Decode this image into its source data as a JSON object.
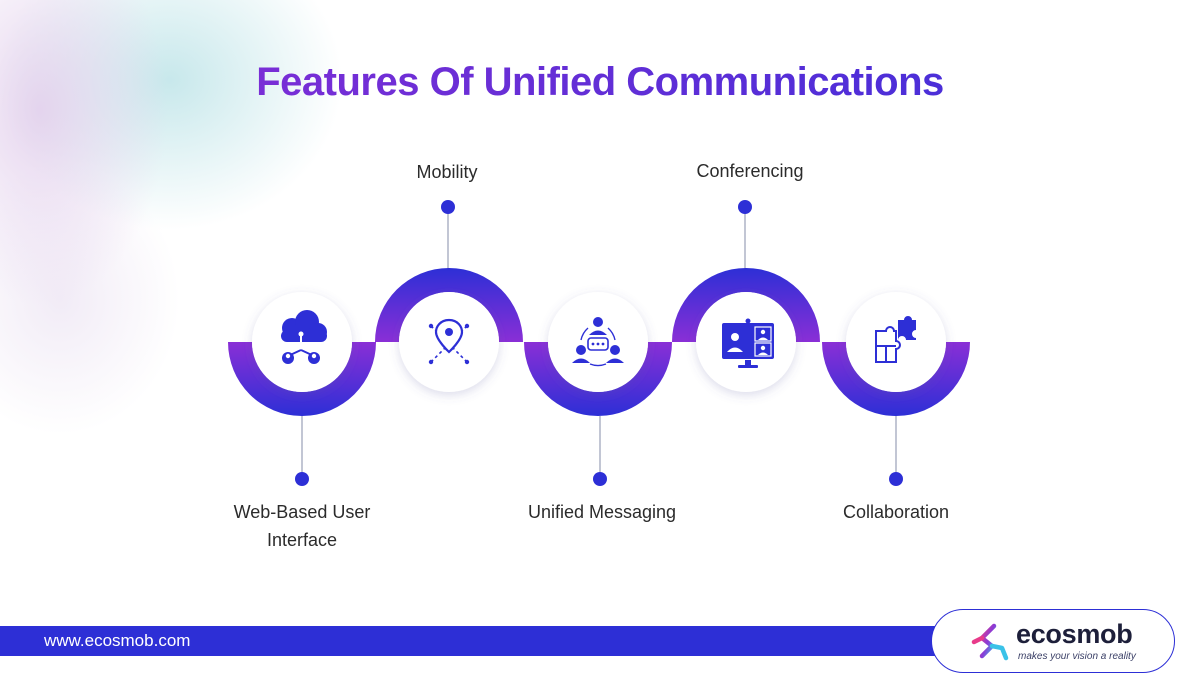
{
  "title": "Features Of Unified Communications",
  "features": [
    {
      "label": "Web-Based User Interface",
      "line1": "Web-Based User",
      "line2": "Interface",
      "icon": "cloud-network-users-icon"
    },
    {
      "label": "Mobility",
      "icon": "location-pin-network-icon"
    },
    {
      "label": "Unified Messaging",
      "icon": "group-chat-icon"
    },
    {
      "label": "Conferencing",
      "icon": "video-conference-monitor-icon"
    },
    {
      "label": "Collaboration",
      "icon": "puzzle-pieces-icon"
    }
  ],
  "footer": {
    "url": "www.ecosmob.com"
  },
  "logo": {
    "name": "ecosmob",
    "tagline": "makes your vision a reality"
  },
  "colors": {
    "primary": "#2d2fd6",
    "accent": "#8a2fd6"
  }
}
